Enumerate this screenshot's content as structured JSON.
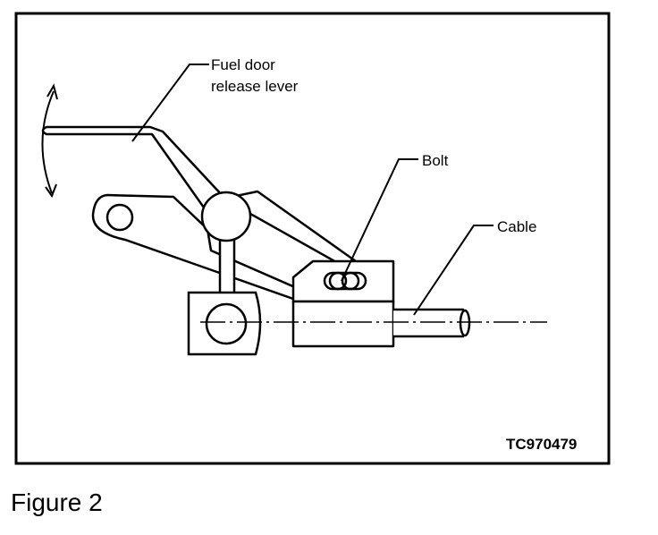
{
  "diagram": {
    "labels": {
      "fuel_door_line1": "Fuel door",
      "fuel_door_line2": "release lever",
      "bolt": "Bolt",
      "cable": "Cable"
    },
    "figure_code": "TC970479"
  },
  "caption": "Figure 2"
}
